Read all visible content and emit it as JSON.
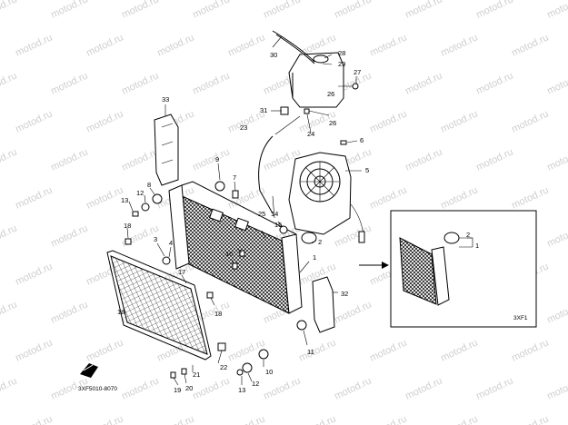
{
  "watermark": "motod.ru",
  "diagram_code": "3XF5010-8070",
  "inset_code": "3XF1",
  "inset_labels": [
    "2",
    "1"
  ],
  "callouts": [
    "1",
    "2",
    "3",
    "4",
    "5",
    "6",
    "7",
    "8",
    "9",
    "10",
    "11",
    "12",
    "13",
    "14",
    "15",
    "16",
    "17",
    "18",
    "19",
    "20",
    "21",
    "22",
    "23",
    "24",
    "25",
    "26",
    "27",
    "28",
    "29",
    "30",
    "31",
    "32",
    "33",
    "12",
    "13",
    "18",
    "18",
    "26"
  ]
}
